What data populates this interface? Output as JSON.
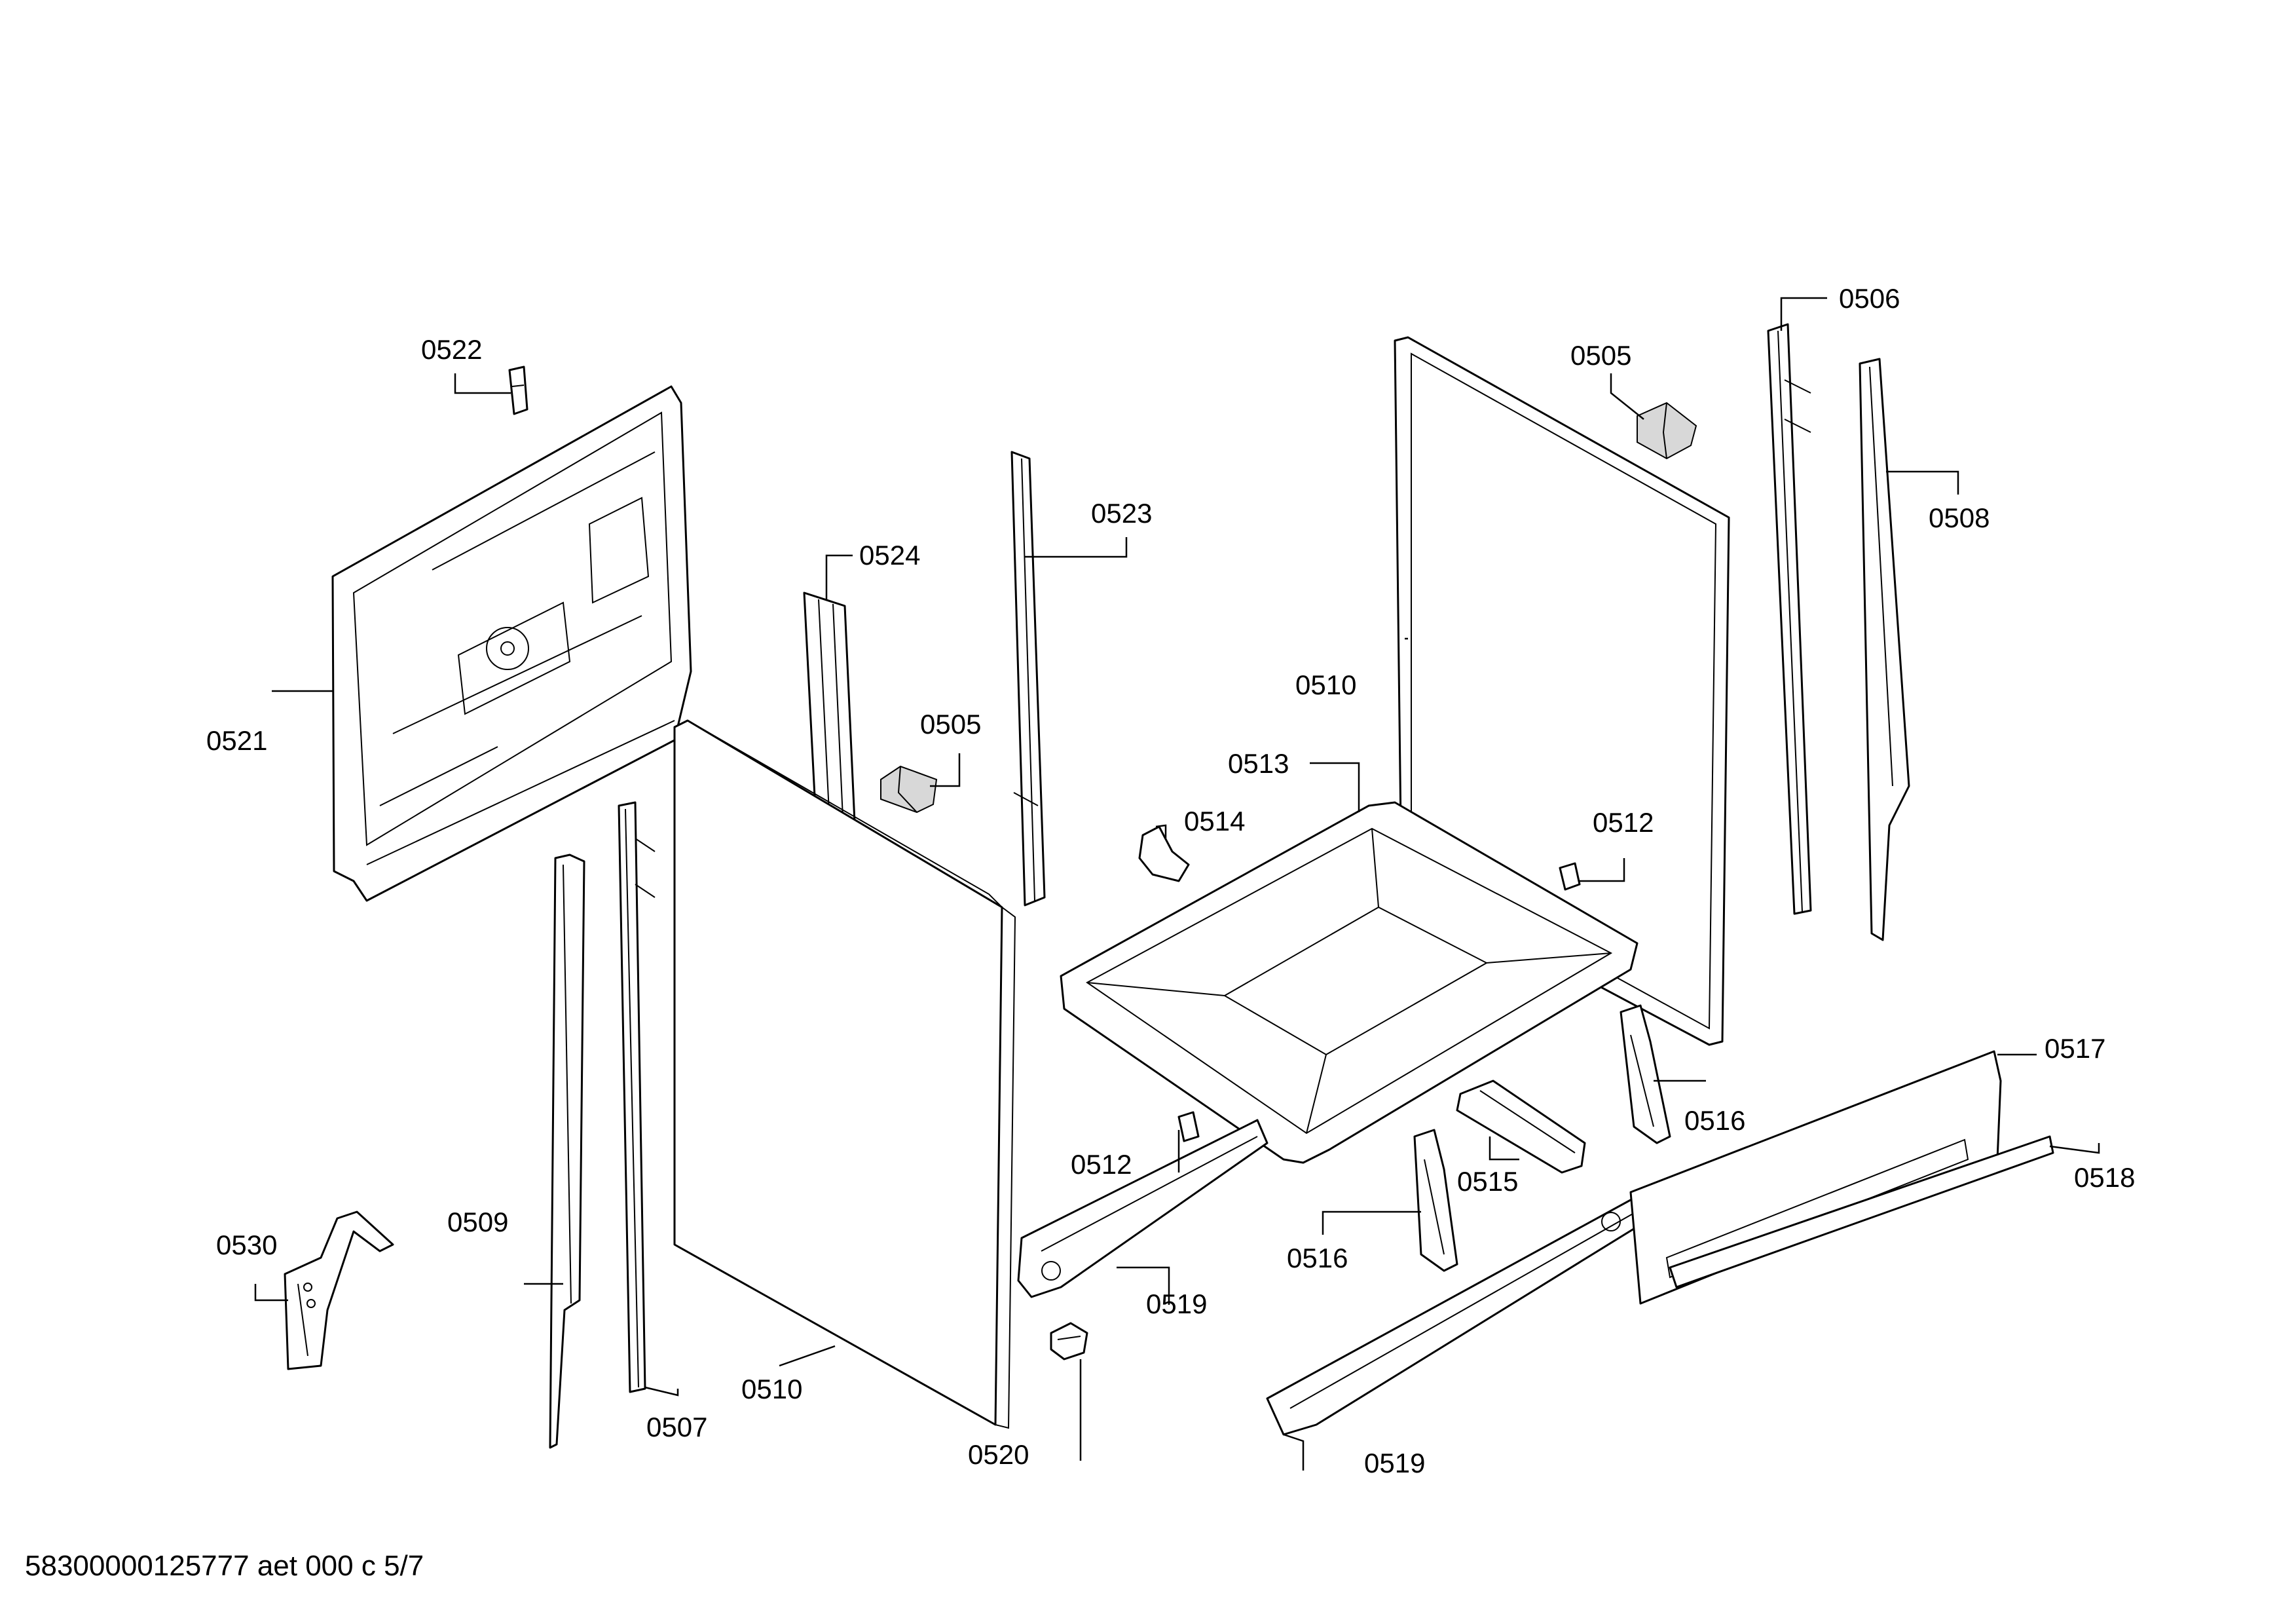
{
  "labels": {
    "l0522": "0522",
    "l0521": "0521",
    "l0524": "0524",
    "l0523": "0523",
    "l0505a": "0505",
    "l0505b": "0505",
    "l0506": "0506",
    "l0508": "0508",
    "l0510a": "0510",
    "l0510b": "0510",
    "l0513": "0513",
    "l0514": "0514",
    "l0512a": "0512",
    "l0512b": "0512",
    "l0517": "0517",
    "l0516a": "0516",
    "l0516b": "0516",
    "l0518": "0518",
    "l0515": "0515",
    "l0519a": "0519",
    "l0519b": "0519",
    "l0530": "0530",
    "l0509": "0509",
    "l0507": "0507",
    "l0520": "0520"
  },
  "footer": {
    "doc_ref": "58300000125777 aet 000 c 5/7"
  }
}
